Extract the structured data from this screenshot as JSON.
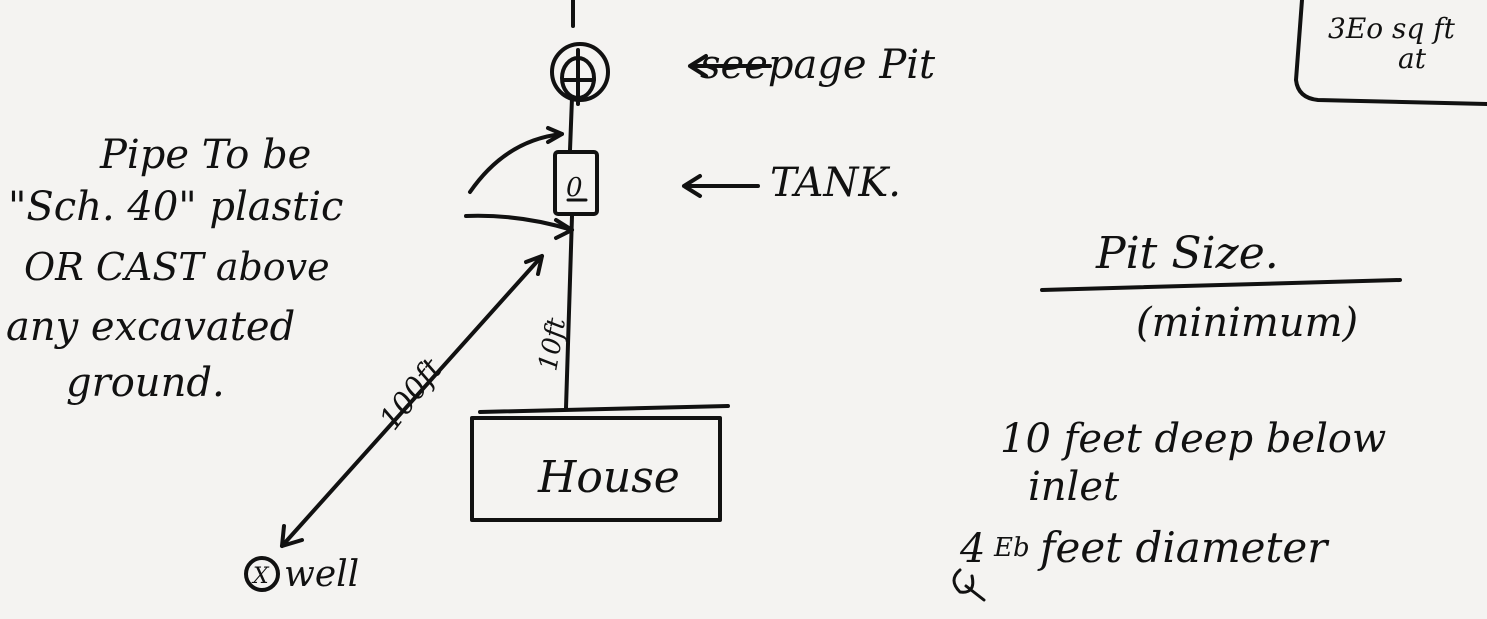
{
  "labels": {
    "seepage_pit": "seepage Pit",
    "tank": "TANK.",
    "tank_mark": "0",
    "house": "House",
    "well": "well",
    "well_marker": "X",
    "distance_house_tank": "10ft",
    "distance_well": "100ft",
    "pipe_note": [
      "Pipe To be",
      "\"Sch. 40\" plastic",
      "OR CAST above",
      "any excavated",
      "ground."
    ],
    "pit_size_title": "Pit Size.",
    "pit_size_subtitle": "(minimum)",
    "depth_line1": "10 feet deep below",
    "depth_line2": "inlet",
    "diameter_line": "feet diameter",
    "diameter_value_crossed": "Eb",
    "diameter_value": "4",
    "corner_note_line1": "3Eo sq ft",
    "corner_note_line2": "at"
  }
}
